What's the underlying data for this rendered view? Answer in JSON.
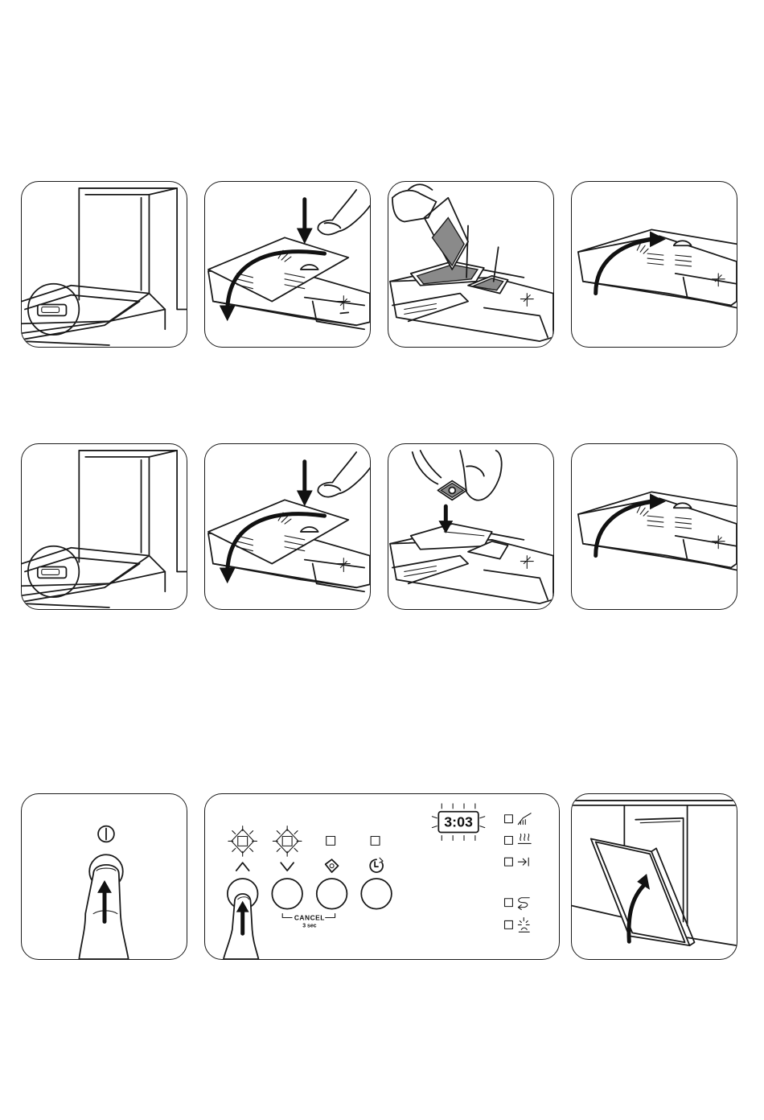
{
  "control_panel": {
    "cancel_label": "CANCEL",
    "cancel_time": "3 sec",
    "display_value": "3:03"
  },
  "colors": {
    "ink": "#1a1a1a",
    "powder": "#8a8a8a",
    "background": "#ffffff"
  },
  "icons": [
    "on-off-icon",
    "up-chevron-icon",
    "down-chevron-icon",
    "tablet-icon",
    "delay-clock-icon",
    "salt-icon",
    "rinse-aid-icon",
    "program-end-icon",
    "water-softener-icon",
    "sparkle-icon"
  ]
}
